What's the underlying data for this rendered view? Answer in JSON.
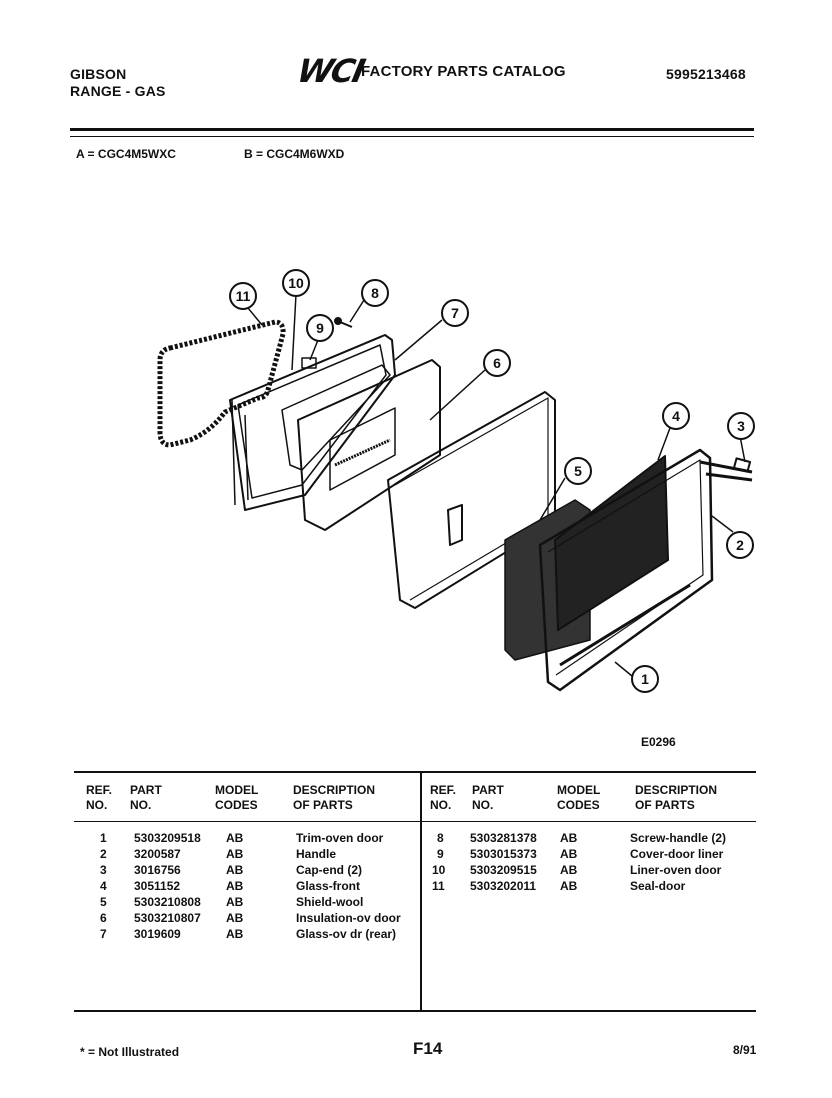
{
  "header": {
    "brand": "GIBSON",
    "product": "RANGE - GAS",
    "logo": "WCI",
    "catalog_title": "FACTORY PARTS CATALOG",
    "catalog_number": "5995213468"
  },
  "models": {
    "a": "A = CGC4M5WXC",
    "b": "B = CGC4M6WXD"
  },
  "diagram": {
    "code": "E0296",
    "callouts": [
      "1",
      "2",
      "3",
      "4",
      "5",
      "6",
      "7",
      "8",
      "9",
      "10",
      "11"
    ]
  },
  "table": {
    "headers": {
      "ref": [
        "REF.",
        "NO."
      ],
      "part": [
        "PART",
        "NO."
      ],
      "model": [
        "MODEL",
        "CODES"
      ],
      "desc": [
        "DESCRIPTION",
        "OF PARTS"
      ]
    },
    "left_rows": [
      {
        "ref": "1",
        "part": "5303209518",
        "model": "AB",
        "desc": "Trim-oven door"
      },
      {
        "ref": "2",
        "part": "3200587",
        "model": "AB",
        "desc": "Handle"
      },
      {
        "ref": "3",
        "part": "3016756",
        "model": "AB",
        "desc": "Cap-end (2)"
      },
      {
        "ref": "4",
        "part": "3051152",
        "model": "AB",
        "desc": "Glass-front"
      },
      {
        "ref": "5",
        "part": "5303210808",
        "model": "AB",
        "desc": "Shield-wool"
      },
      {
        "ref": "6",
        "part": "5303210807",
        "model": "AB",
        "desc": "Insulation-ov door"
      },
      {
        "ref": "7",
        "part": "3019609",
        "model": "AB",
        "desc": "Glass-ov dr (rear)"
      }
    ],
    "right_rows": [
      {
        "ref": "8",
        "part": "5303281378",
        "model": "AB",
        "desc": "Screw-handle (2)"
      },
      {
        "ref": "9",
        "part": "5303015373",
        "model": "AB",
        "desc": "Cover-door liner"
      },
      {
        "ref": "10",
        "part": "5303209515",
        "model": "AB",
        "desc": "Liner-oven door"
      },
      {
        "ref": "11",
        "part": "5303202011",
        "model": "AB",
        "desc": "Seal-door"
      }
    ]
  },
  "footer": {
    "note": "* = Not Illustrated",
    "page": "F14",
    "date": "8/91"
  }
}
